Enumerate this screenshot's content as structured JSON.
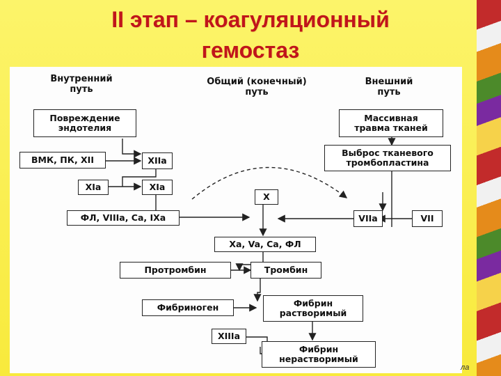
{
  "title_line1": "II этап – коагуляционный",
  "title_line2": "гемостаз",
  "headers": {
    "intrinsic": "Внутренний\nпуть",
    "common": "Общий (конечный)\nпуть",
    "extrinsic": "Внешний\nпуть"
  },
  "boxes": {
    "endothelium": "Повреждение\nэндотелия",
    "vmk": "ВМК, ПК, XII",
    "xiia": "XIIa",
    "xia_left": "XIa",
    "xia_right": "XIa",
    "fl_viiia": "ФЛ, VIIIa, Ca, IXa",
    "x": "X",
    "trauma": "Массивная\nтравма тканей",
    "thromboplastin": "Выброс тканевого\nтромбопластина",
    "viia": "VIIa",
    "vii": "VII",
    "xa": "Xa, Va, Ca, ФЛ",
    "prothrombin": "Протромбин",
    "thrombin": "Тромбин",
    "fibrinogen": "Фибриноген",
    "fibrin_sol": "Фибрин\nрастворимый",
    "xiiia": "XIIIa",
    "fibrin_insol": "Фибрин\nнерастворимый"
  },
  "footer": "ла",
  "colors": {
    "title": "#c0151b",
    "background": "#fbf25a"
  }
}
